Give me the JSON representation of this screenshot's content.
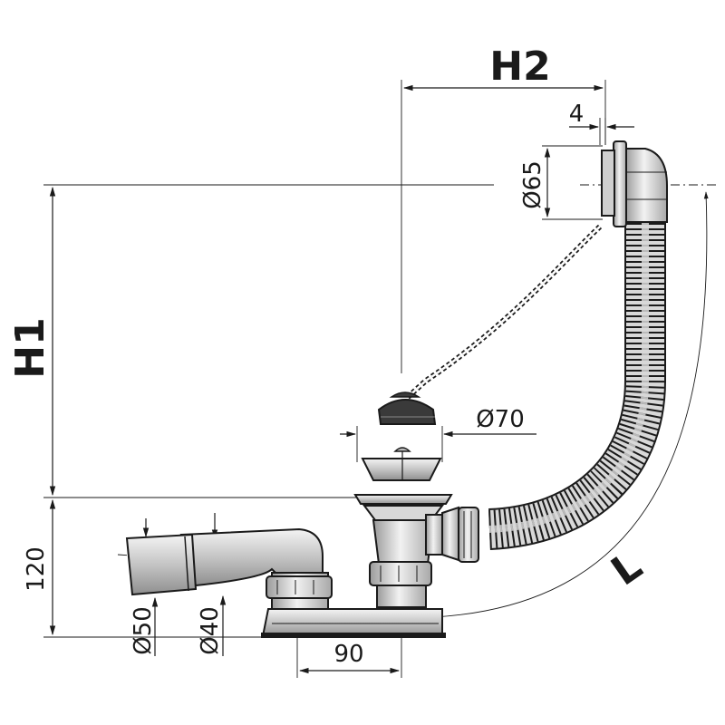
{
  "labels": {
    "h1": "H1",
    "h2": "H2",
    "l": "L",
    "gap_4": "4",
    "dia_65": "Ø65",
    "dia_70": "Ø70",
    "dia_50": "Ø50",
    "dia_40": "Ø40",
    "height_120": "120",
    "width_90": "90"
  },
  "colors": {
    "line": "#1a1a1a",
    "metal_light": "#e8e8e8",
    "metal_mid": "#bdbdbd",
    "metal_dark": "#8a8a8a",
    "plug": "#3a3a3a"
  }
}
